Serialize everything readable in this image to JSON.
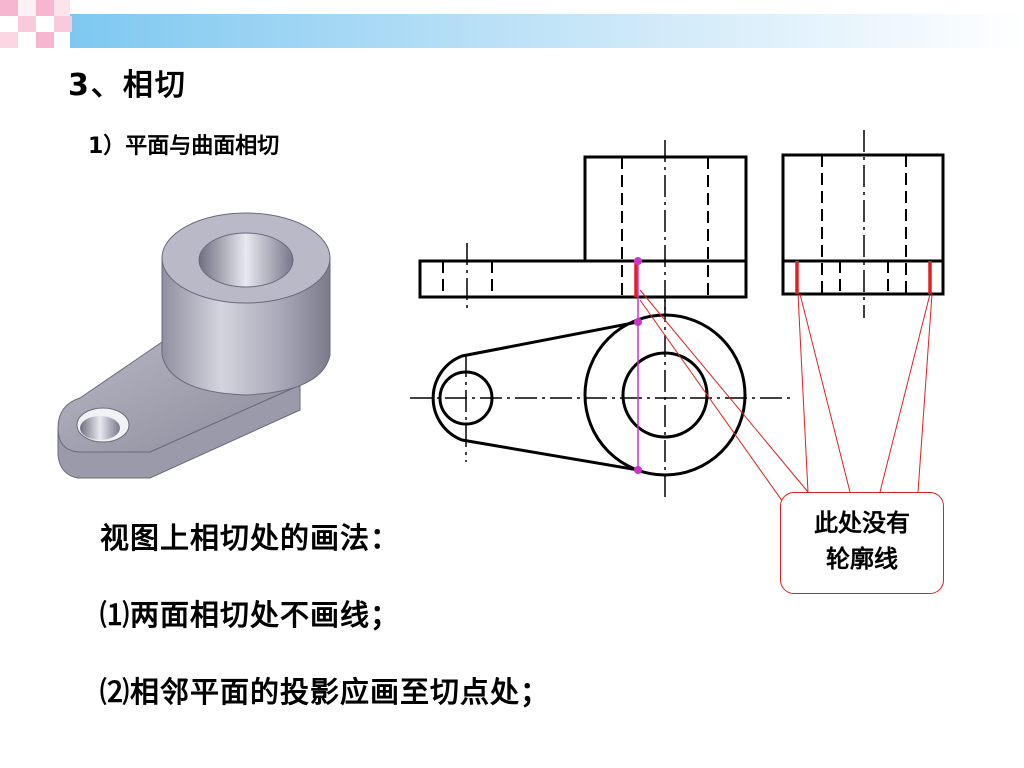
{
  "slide": {
    "title": "3、相切",
    "subtitle": "1）平面与曲面相切",
    "callout": {
      "line1": "此处没有",
      "line2": "轮廓线"
    },
    "method": {
      "heading": "视图上相切处的画法：",
      "rule1": "⑴两面相切处不画线；",
      "rule2": "⑵相邻平面的投影应画至切点处；"
    }
  },
  "colors": {
    "outline": "#000000",
    "highlight_red": "#e02020",
    "tangent_magenta": "#cc33cc",
    "part_gray": "#a8a8b8"
  },
  "icons": {
    "corner": "pink-checker-decoration"
  }
}
